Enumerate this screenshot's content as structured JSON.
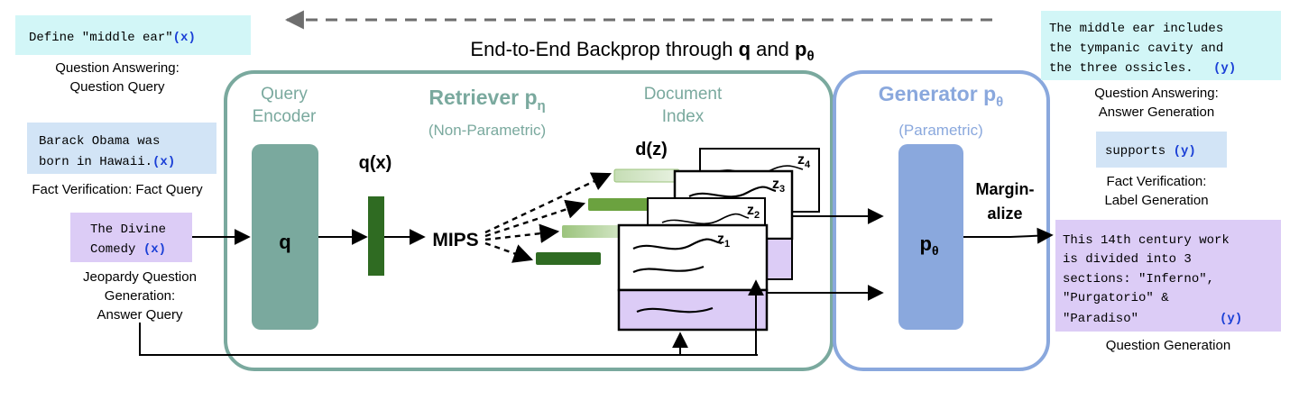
{
  "banner": {
    "backprop_prefix": "End-to-End Backprop through ",
    "q": "q",
    "and": " and ",
    "p": "p",
    "theta": "θ"
  },
  "retriever": {
    "title_main": "Retriever p",
    "title_sub": "η",
    "subtitle": "(Non-Parametric)"
  },
  "generator": {
    "title_main": "Generator p",
    "title_sub": "θ",
    "subtitle": "(Parametric)",
    "box_main": "p",
    "box_sub": "θ"
  },
  "query_encoder": {
    "line1": "Query",
    "line2": "Encoder",
    "box": "q"
  },
  "qx": "q(x)",
  "mips": "MIPS",
  "doc_index": {
    "line1": "Document",
    "line2": "Index"
  },
  "dz": "d(z)",
  "z_labels": [
    {
      "z": "z",
      "n": "1"
    },
    {
      "z": "z",
      "n": "2"
    },
    {
      "z": "z",
      "n": "3"
    },
    {
      "z": "z",
      "n": "4"
    }
  ],
  "marginalize": {
    "line1": "Margin-",
    "line2": "alize"
  },
  "inputs": [
    {
      "lines": [
        "Define \"middle ear\""
      ],
      "tag": "(x)",
      "caption": [
        "Question Answering:",
        "Question Query"
      ]
    },
    {
      "lines": [
        "Barack Obama was",
        "born in Hawaii."
      ],
      "tag": "(x)",
      "caption": [
        "Fact Verification: Fact Query"
      ]
    },
    {
      "lines": [
        "The Divine",
        "Comedy "
      ],
      "tag": "(x)",
      "caption": [
        "Jeopardy Question",
        "Generation:",
        "Answer Query"
      ]
    }
  ],
  "outputs": [
    {
      "lines": [
        "The middle ear includes",
        "the tympanic cavity and",
        "the three ossicles. "
      ],
      "tag": "(y)",
      "caption": [
        "Question Answering:",
        "Answer Generation"
      ]
    },
    {
      "lines": [
        "supports "
      ],
      "tag": "(y)",
      "caption": [
        "Fact Verification:",
        "Label Generation"
      ]
    },
    {
      "lines": [
        "This 14th century work",
        "is divided into 3",
        "sections: \"Inferno\",",
        "\"Purgatorio\" &",
        "\"Paradiso\""
      ],
      "tag": "(y)",
      "caption": [
        "Question Generation"
      ]
    }
  ],
  "colors": {
    "teal": "#7aa99e",
    "teal_dark": "#6a9b90",
    "blue": "#8aa8dd",
    "blue_light": "#a8bfea",
    "green_dark": "#2f6b22",
    "green_mid": "#6ba23f",
    "green_light": "#c5ddb4",
    "lavender": "#dcccf6",
    "cyan_bg": "#d2f6f7",
    "light_blue_bg": "#d2e4f6",
    "tag_blue": "#1a3fd6"
  }
}
